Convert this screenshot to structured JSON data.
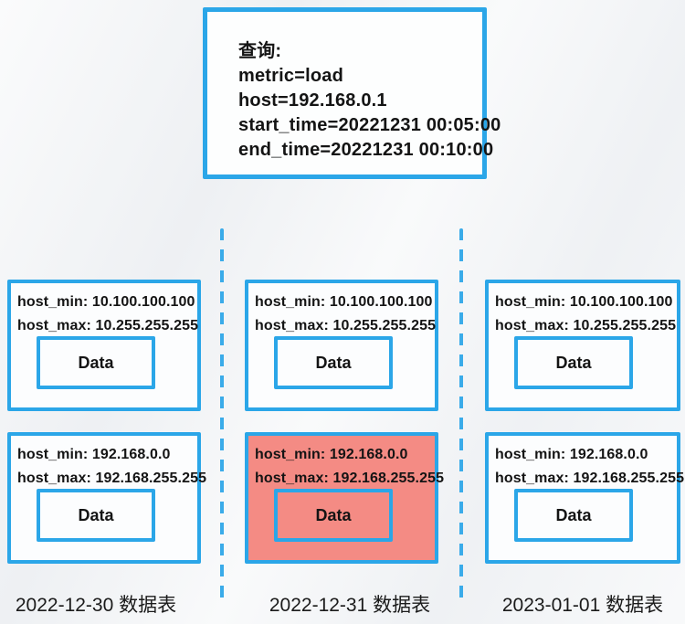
{
  "colors": {
    "accent_blue": "#2ba6e8",
    "divider_blue": "#3aabe9",
    "highlight_red": "#f48b84",
    "box_fill": "#fcfdfe",
    "text_dark": "#141414",
    "background": "#f2f4f6"
  },
  "query": {
    "title": "查询:",
    "metric": "metric=load",
    "host": "host=192.168.0.1",
    "start_time": "start_time=20221231 00:05:00",
    "end_time": "end_time=20221231 00:10:00"
  },
  "columns": [
    {
      "label": "2022-12-30 数据表",
      "partitions": [
        {
          "host_min": "host_min: 10.100.100.100",
          "host_max": "host_max: 10.255.255.255",
          "data_label": "Data",
          "highlighted": false
        },
        {
          "host_min": "host_min: 192.168.0.0",
          "host_max": "host_max: 192.168.255.255",
          "data_label": "Data",
          "highlighted": false
        }
      ]
    },
    {
      "label": "2022-12-31 数据表",
      "partitions": [
        {
          "host_min": "host_min: 10.100.100.100",
          "host_max": "host_max: 10.255.255.255",
          "data_label": "Data",
          "highlighted": false
        },
        {
          "host_min": "host_min: 192.168.0.0",
          "host_max": "host_max: 192.168.255.255",
          "data_label": "Data",
          "highlighted": true
        }
      ]
    },
    {
      "label": "2023-01-01 数据表",
      "partitions": [
        {
          "host_min": "host_min: 10.100.100.100",
          "host_max": "host_max: 10.255.255.255",
          "data_label": "Data",
          "highlighted": false
        },
        {
          "host_min": "host_min: 192.168.0.0",
          "host_max": "host_max: 192.168.255.255",
          "data_label": "Data",
          "highlighted": false
        }
      ]
    }
  ]
}
